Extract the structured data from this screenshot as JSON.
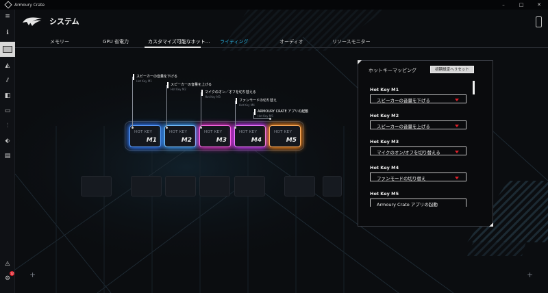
{
  "app": {
    "title": "Armoury Crate",
    "page_title": "システム"
  },
  "window_controls": [
    "–",
    "□",
    "✕"
  ],
  "tabs": [
    {
      "label": "メモリー",
      "state": "normal"
    },
    {
      "label": "GPU 省電力",
      "state": "normal"
    },
    {
      "label": "カスタマイズ可能なホット...",
      "state": "active"
    },
    {
      "label": "ライティング",
      "state": "hover"
    },
    {
      "label": "オーディオ",
      "state": "normal"
    },
    {
      "label": "リソースモニター",
      "state": "normal"
    }
  ],
  "keyboard": {
    "key_caption": "HOT KEY",
    "keys": [
      {
        "num": "M1",
        "glow": "#2f7cff"
      },
      {
        "num": "M2",
        "glow": "#3fa0ff"
      },
      {
        "num": "M3",
        "glow": "#e032c8"
      },
      {
        "num": "M4",
        "glow": "#d63cff"
      },
      {
        "num": "M5",
        "glow": "#ff8a1a"
      }
    ],
    "callouts": [
      {
        "text": "スピーカーの音量を下げる",
        "sub": "Hot Key M1"
      },
      {
        "text": "スピーカーの音量を上げる",
        "sub": "Hot Key M2"
      },
      {
        "text": "マイクのオン／オフを切り替える",
        "sub": "Hot Key M3"
      },
      {
        "text": "ファンモードの切り替え",
        "sub": "Hot Key M4"
      },
      {
        "text": "ARMOURY CRATE アプリの起動",
        "sub": "Hot Key M5"
      }
    ]
  },
  "hotkey_panel": {
    "title": "ホットキーマッピング",
    "reset_label": "初期設定へリセット",
    "items": [
      {
        "label": "Hot Key M1",
        "value": "スピーカーの音量を下げる"
      },
      {
        "label": "Hot Key M2",
        "value": "スピーカーの音量を上げる"
      },
      {
        "label": "Hot Key M3",
        "value": "マイクのオン/オフを切り替える"
      },
      {
        "label": "Hot Key M4",
        "value": "ファンモードの切り替え"
      },
      {
        "label": "Hot Key M5",
        "value": "Armoury Crate アプリの起動"
      }
    ]
  },
  "sidebar": {
    "notification_count": "12"
  },
  "colors": {
    "accent_blue": "#27b6e6",
    "accent_red": "#e0202a"
  }
}
